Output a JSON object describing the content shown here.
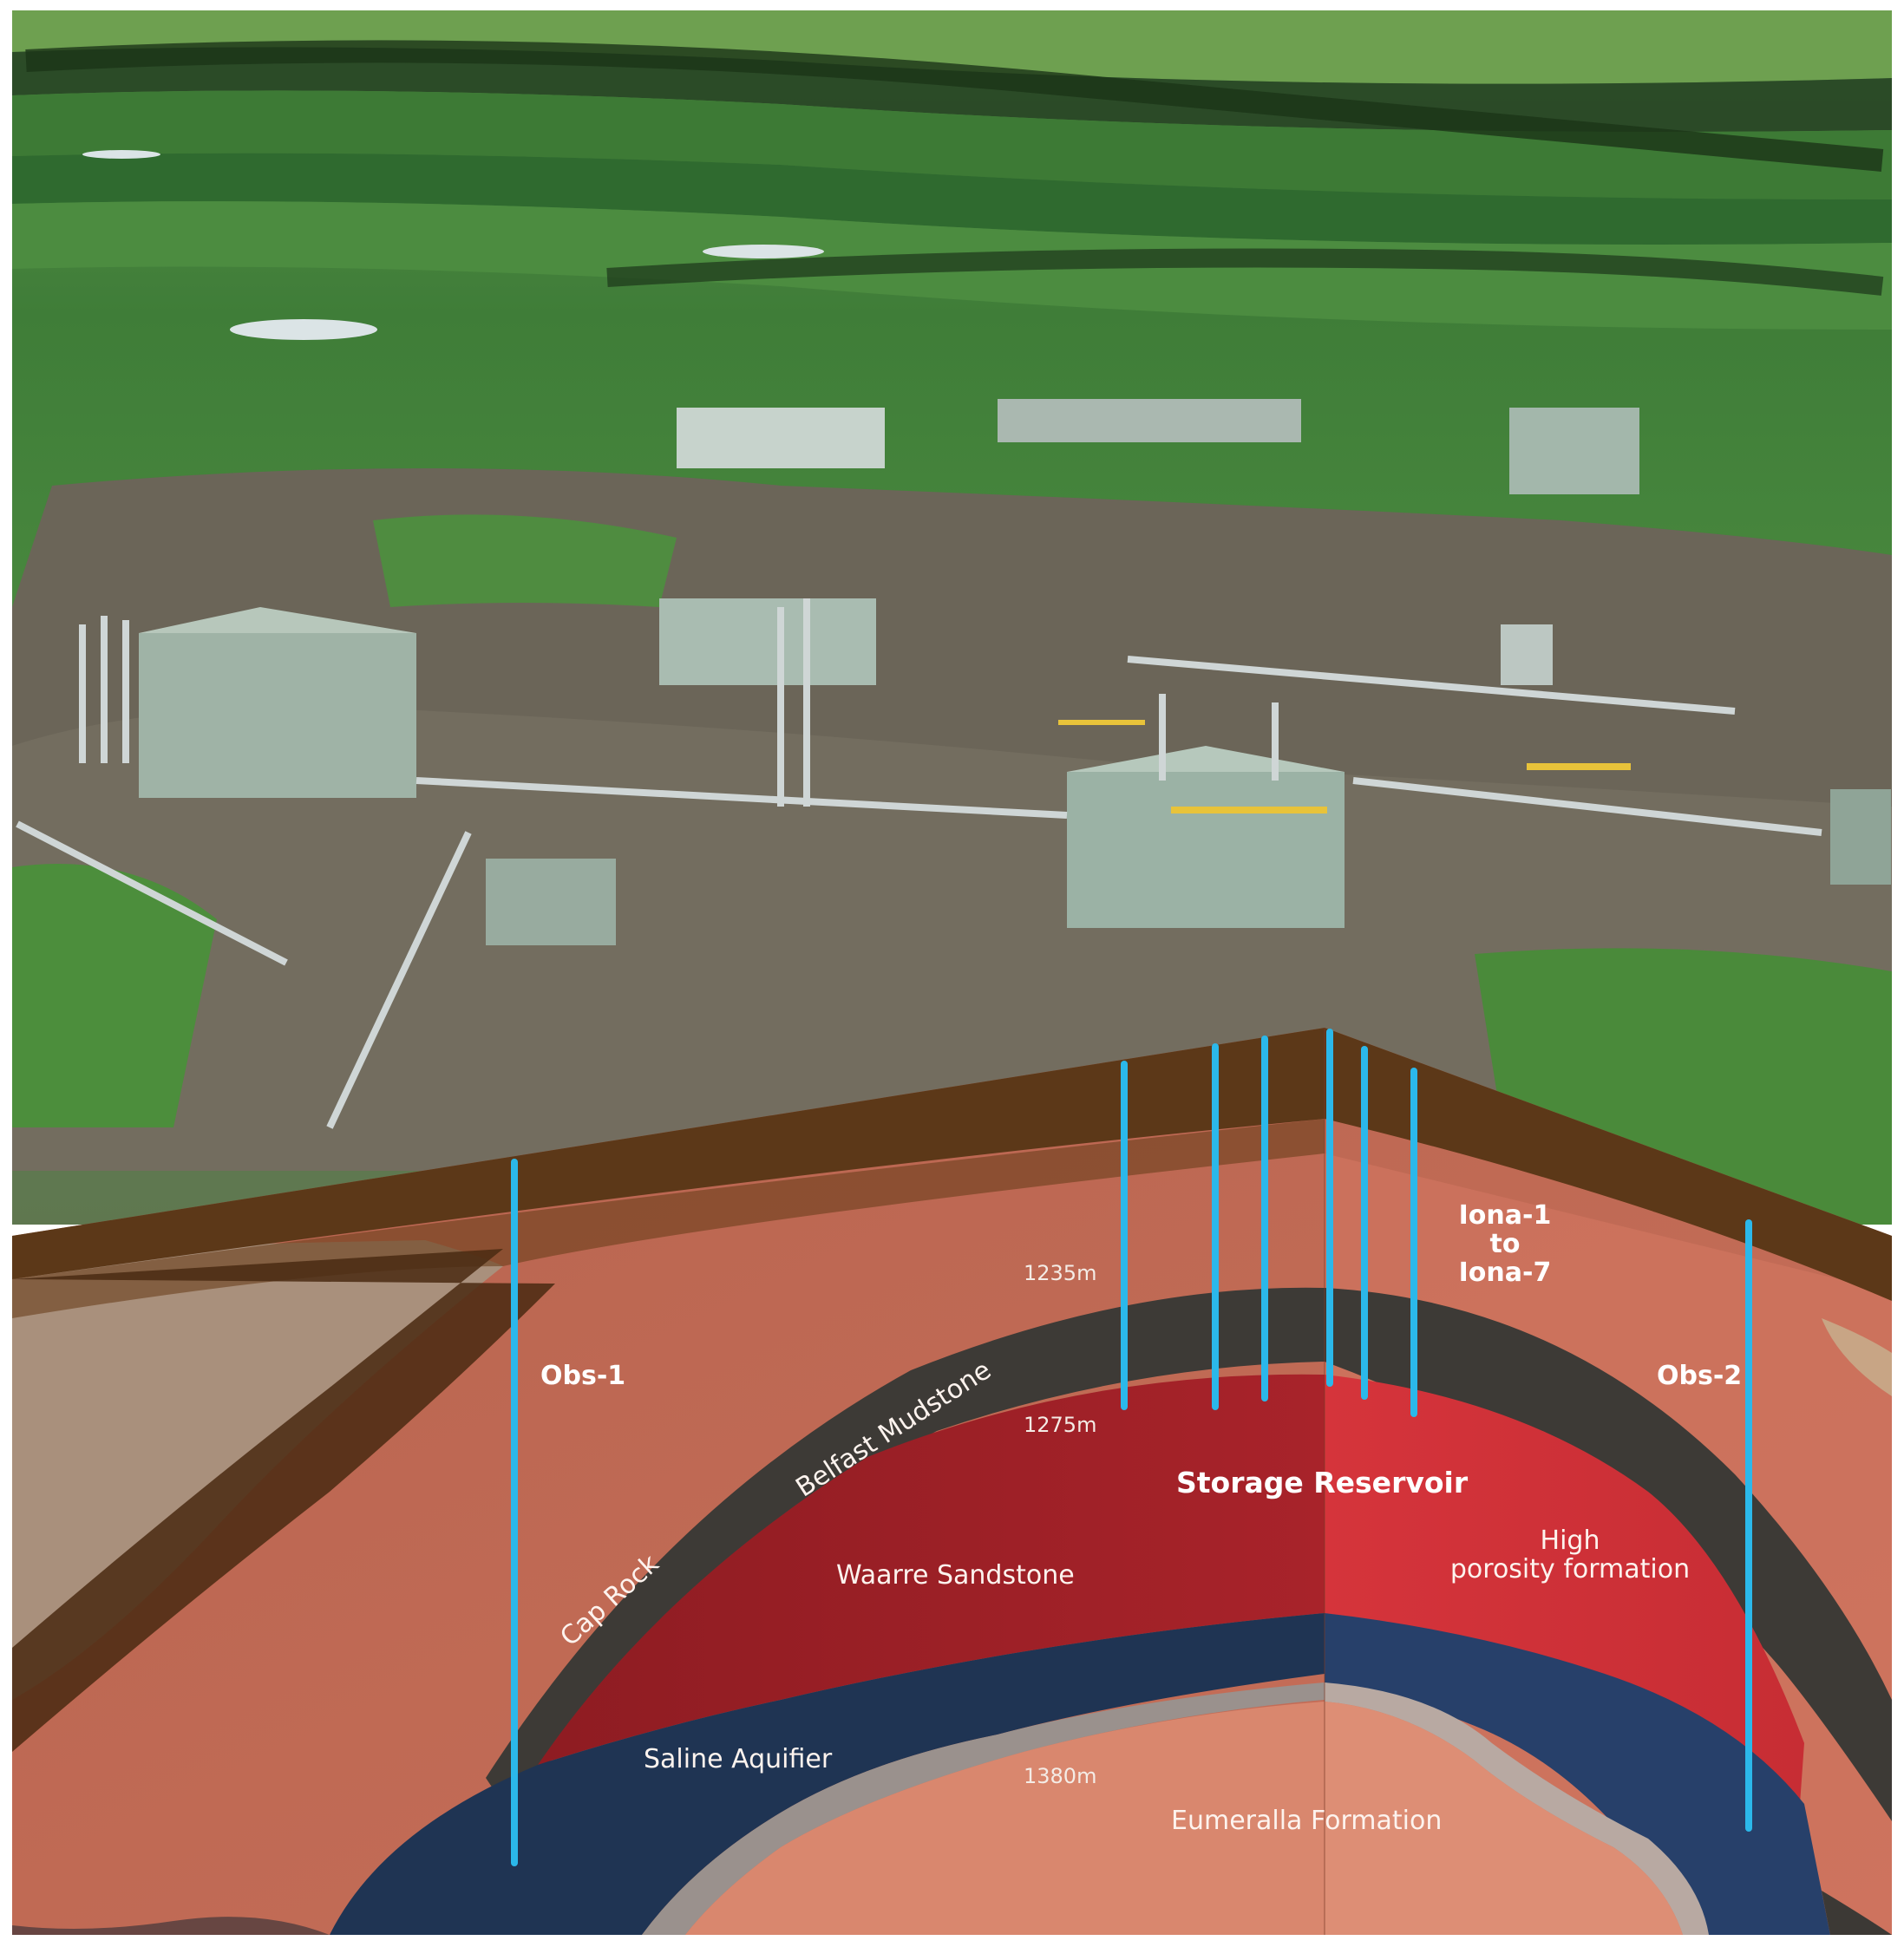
{
  "wells": {
    "obs1": "Obs-1",
    "obs2": "Obs-2",
    "iona_line1": "Iona-1",
    "iona_line2": "to",
    "iona_line3": "Iona-7"
  },
  "depths": {
    "d1": "1235m",
    "d2": "1275m",
    "d3": "1380m"
  },
  "layers": {
    "cap_rock": "Cap Rock",
    "belfast": "Belfast Mudstone",
    "waarre": "Waarre Sandstone",
    "storage": "Storage Reservoir",
    "high_line1": "High",
    "high_line2": "porosity formation",
    "saline": "Saline Aquifier",
    "eumeralla": "Eumeralla Formation"
  },
  "colors": {
    "sky_field": "#3f7a3a",
    "soil": "#5e3a1a",
    "mudstone": "#3c3935",
    "reservoir": "#b82a30",
    "aquifer": "#1f3a5c",
    "rock": "#c66a55",
    "basement": "#d98a72",
    "well": "#29b6e8"
  }
}
